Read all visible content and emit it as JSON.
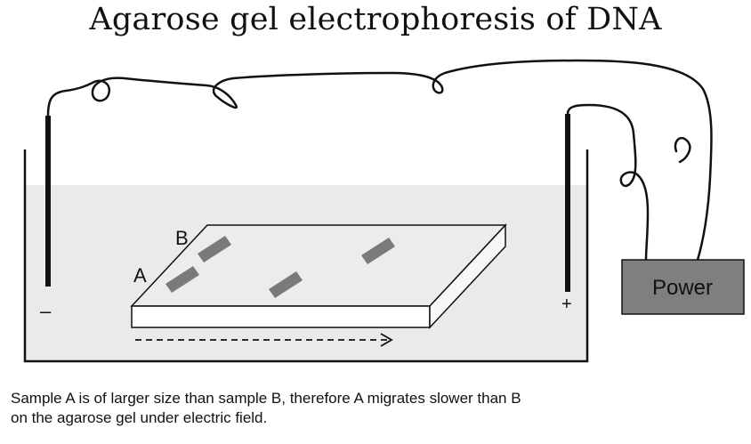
{
  "title": "Agarose gel electrophoresis of DNA",
  "labels": {
    "sample_a": "A",
    "sample_b": "B",
    "negative": "–",
    "positive": "+",
    "power": "Power"
  },
  "caption": {
    "line1": "Sample A is of larger size than sample B, therefore A migrates slower than B",
    "line2": "on the agarose gel under electric field."
  },
  "colors": {
    "buffer": "#eaeaea",
    "band": "#7a7a7a",
    "power_box": "#7f7f7f",
    "electrode": "#111111"
  }
}
